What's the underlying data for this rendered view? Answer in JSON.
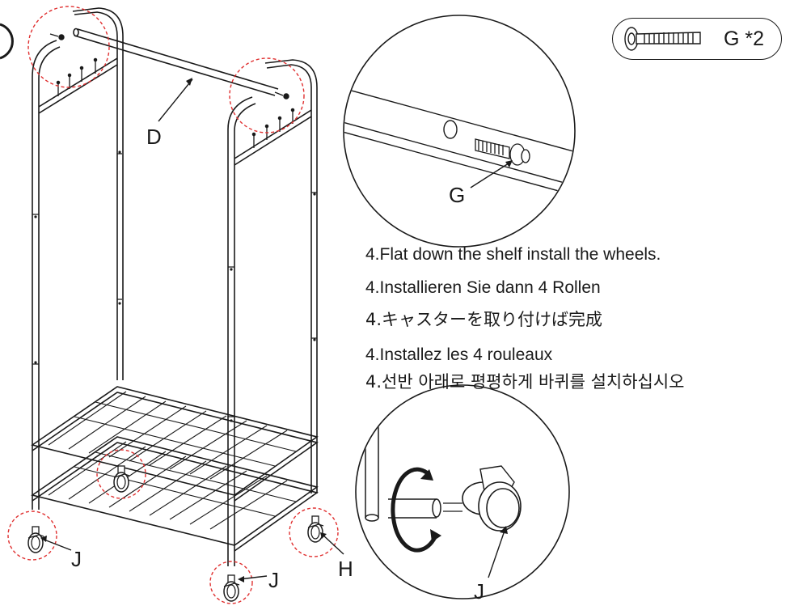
{
  "hardware": {
    "screw_icon": "screw-icon",
    "count_label": "G *2"
  },
  "labels": {
    "rail": "D",
    "screw_detail": "G",
    "wheel_left": "J",
    "wheel_bottom": "J",
    "wheel_right": "H",
    "wheel_detail": "J"
  },
  "instructions": [
    "4.Flat down the shelf install the wheels.",
    "4.Installieren Sie dann 4 Rollen",
    "4.キャスターを取り付けば完成",
    "4.Installez les 4 rouleaux",
    "4.선반 아래로 평평하게 바퀴를 설치하십시오"
  ],
  "colors": {
    "line": "#1a1a1a",
    "highlight_circle": "#e03030"
  }
}
